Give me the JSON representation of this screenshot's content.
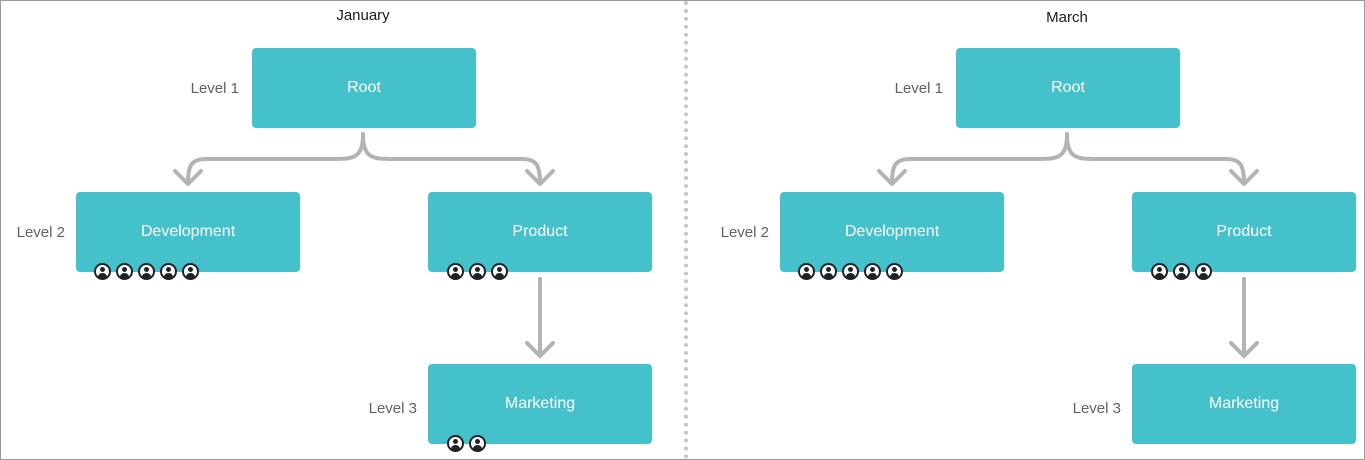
{
  "panels": [
    {
      "title": "January",
      "levels": [
        "Level 1",
        "Level 2",
        "Level 3"
      ],
      "nodes": {
        "root": "Root",
        "development": "Development",
        "product": "Product",
        "marketing": "Marketing"
      },
      "member_counts": {
        "development": 5,
        "product": 3,
        "marketing": 2
      }
    },
    {
      "title": "March",
      "levels": [
        "Level 1",
        "Level 2",
        "Level 3"
      ],
      "nodes": {
        "root": "Root",
        "development": "Development",
        "product": "Product",
        "marketing": "Marketing"
      },
      "member_counts": {
        "development": 5,
        "product": 3,
        "marketing": 0
      }
    }
  ],
  "colors": {
    "node_fill": "#45c1cc",
    "node_text": "#ffffff",
    "connector": "#b3b3b3",
    "level_label": "#616161",
    "divider": "#c6c6c6"
  },
  "icons": {
    "member": "user-avatar-icon"
  }
}
